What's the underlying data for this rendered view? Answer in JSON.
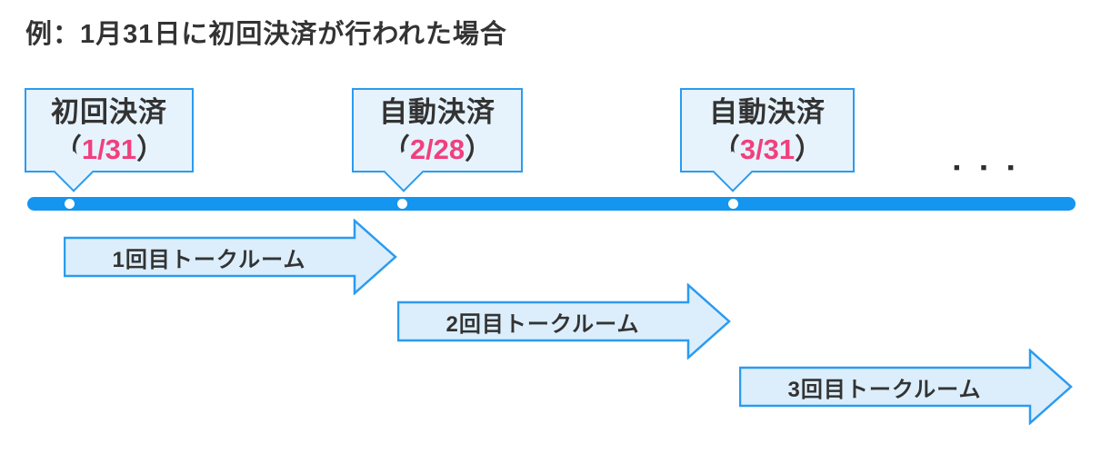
{
  "title": {
    "text": "例：1月31日に初回決済が行われた場合"
  },
  "colors": {
    "timeline_blue": "#1495F0",
    "border_blue": "#2B9BEF",
    "bubble_fill": "#E7F3FC",
    "arrow_fill": "#DCEEFB",
    "date_pink": "#F0407E",
    "text_dark": "#333333"
  },
  "callouts": [
    {
      "title": "初回決済",
      "open_paren": "（",
      "date": "1/31",
      "close_paren": "）"
    },
    {
      "title": "自動決済",
      "open_paren": "（",
      "date": "2/28",
      "close_paren": "）"
    },
    {
      "title": "自動決済",
      "open_paren": "（",
      "date": "3/31",
      "close_paren": "）"
    }
  ],
  "timeline": {
    "ellipsis_label": "...",
    "dots": [
      "■",
      "■",
      "■"
    ]
  },
  "arrows": [
    {
      "label": "1回目トークルーム"
    },
    {
      "label": "2回目トークルーム"
    },
    {
      "label": "3回目トークルーム"
    }
  ]
}
